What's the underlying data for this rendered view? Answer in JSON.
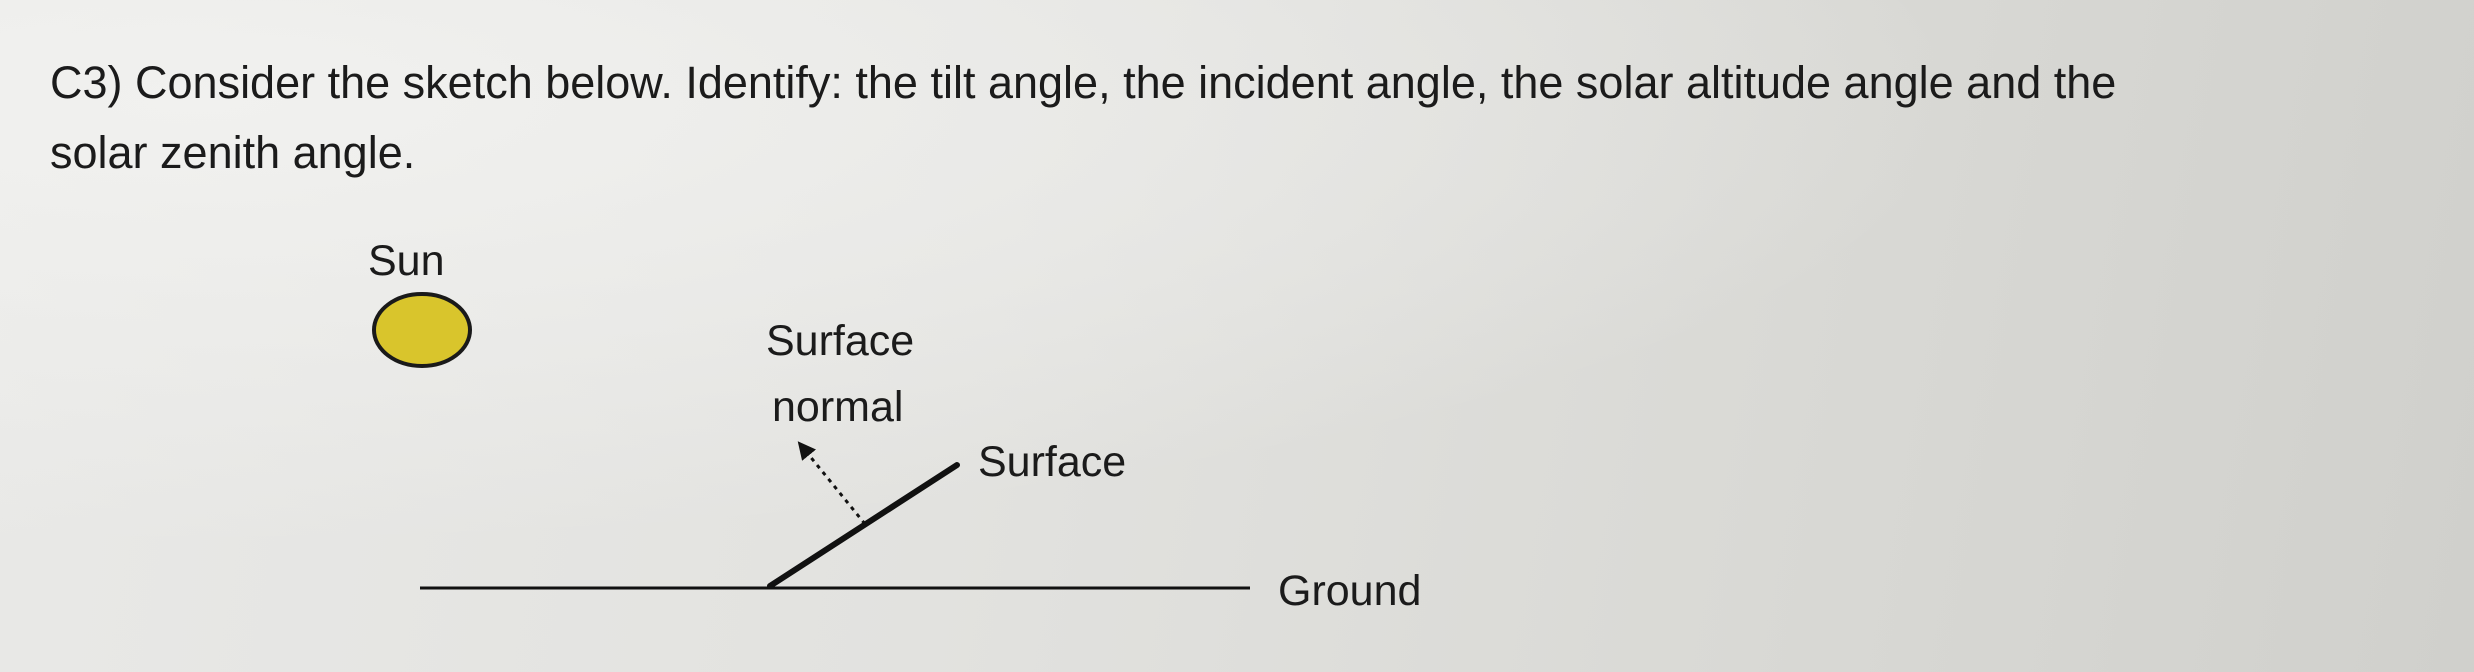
{
  "question": {
    "line1": "C3) Consider the sketch below. Identify: the tilt angle, the incident angle, the solar altitude angle and the",
    "line2": "solar zenith angle."
  },
  "sketch": {
    "sun_label": "Sun",
    "surface_normal_label_line1": "Surface",
    "surface_normal_label_line2": "normal",
    "surface_label": "Surface",
    "ground_label": "Ground",
    "sun_fill_color": "#d9c52c",
    "sun_stroke_color": "#1a1a1a"
  }
}
